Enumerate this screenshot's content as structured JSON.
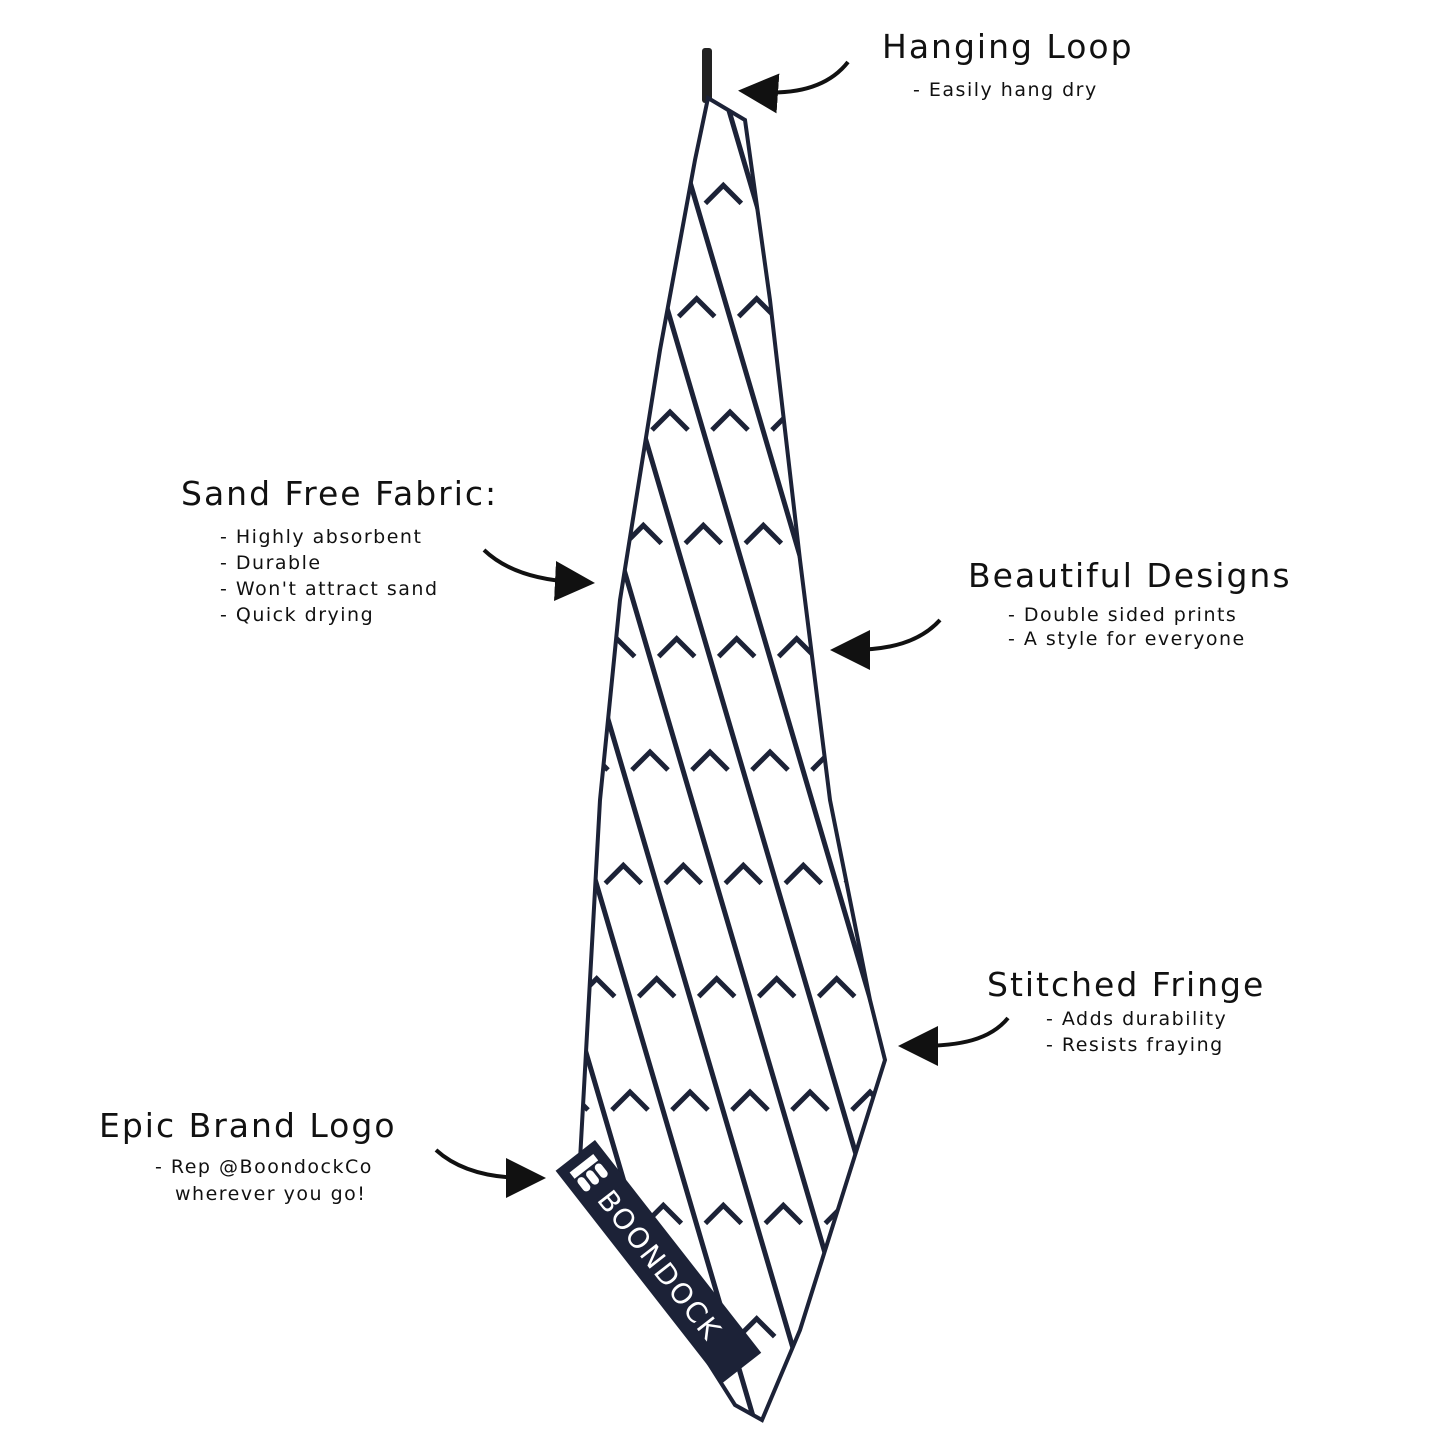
{
  "colors": {
    "ink": "#111111",
    "navy": "#1c2237",
    "background": "#ffffff"
  },
  "brand_logo_text": "BOONDOCK",
  "callouts": {
    "hanging_loop": {
      "title": "Hanging Loop",
      "points": [
        "- Easily hang dry"
      ]
    },
    "sand_free": {
      "title": "Sand Free Fabric:",
      "points": [
        "- Highly absorbent",
        "- Durable",
        "- Won't attract sand",
        "- Quick drying"
      ]
    },
    "designs": {
      "title": "Beautiful Designs",
      "points": [
        "- Double sided prints",
        "- A style for everyone"
      ]
    },
    "fringe": {
      "title": "Stitched Fringe",
      "points": [
        "- Adds durability",
        "- Resists fraying"
      ]
    },
    "logo": {
      "title": "Epic Brand Logo",
      "points": [
        "- Rep @BoondockCo",
        "wherever you go!"
      ]
    }
  }
}
